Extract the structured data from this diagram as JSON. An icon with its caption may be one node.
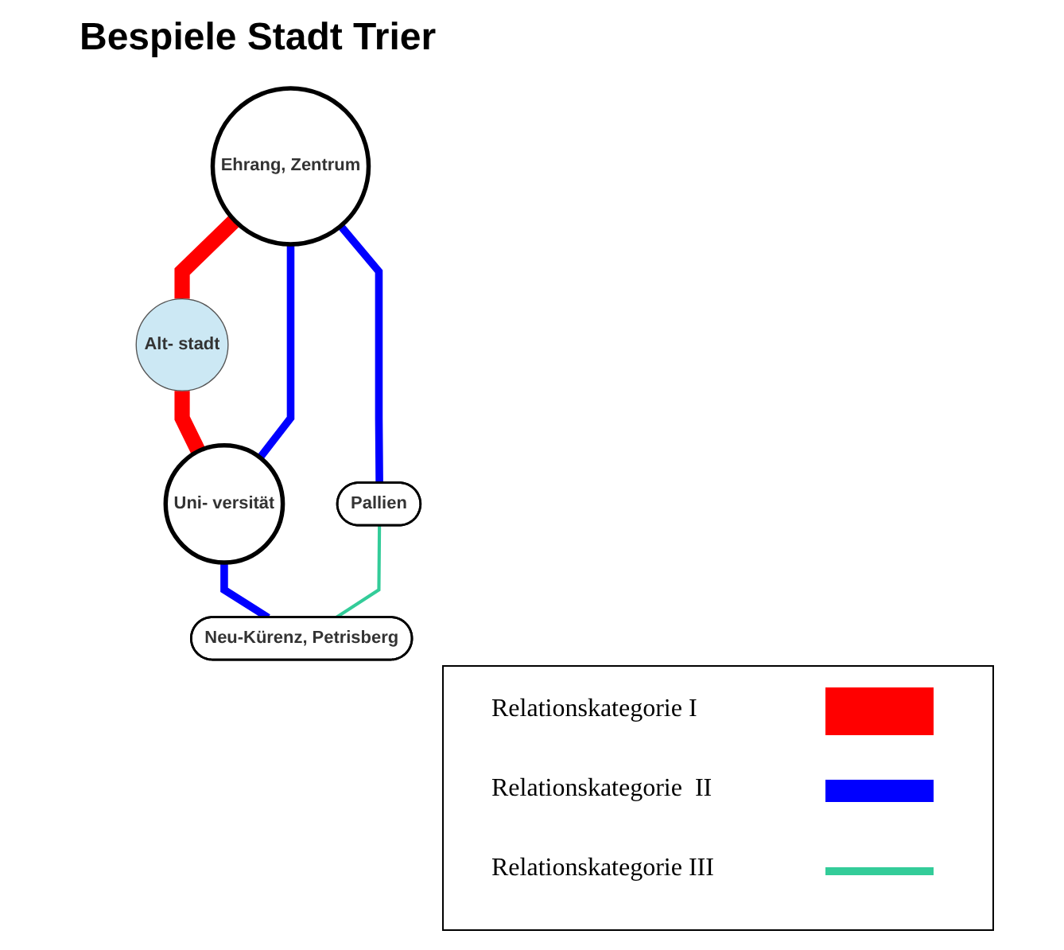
{
  "diagram": {
    "title": "Bespiele Stadt Trier",
    "nodes": [
      {
        "text": [
          "Ehrang, Zentrum"
        ]
      },
      {
        "text": [
          "Alt- stadt"
        ]
      },
      {
        "text": [
          "Uni- versität"
        ]
      },
      {
        "text": [
          "Pallien"
        ]
      },
      {
        "text": [
          "Neu-Kürenz, Petrisberg"
        ]
      }
    ],
    "edges": [
      {
        "from": 0,
        "to": 1,
        "arrow": "none",
        "style": "thick",
        "color": "#ff0000"
      },
      {
        "from": 1,
        "to": 2,
        "arrow": "none",
        "style": "thick",
        "color": "#ff0000"
      },
      {
        "from": 0,
        "to": 2,
        "arrow": "none"
      },
      {
        "from": 0,
        "to": 3,
        "arrow": "none"
      },
      {
        "from": 2,
        "to": 4,
        "arrow": "none"
      },
      {
        "from": 3,
        "to": 4,
        "arrow": "none",
        "color": "#33cc99"
      }
    ],
    "legend": [
      {
        "text": "Relationskategorie I",
        "color": "#ff0000"
      },
      {
        "text": "Relationskategorie  II",
        "color": "#0000ff"
      },
      {
        "text": "Relationskategorie III",
        "color": "#33cc99"
      }
    ]
  }
}
